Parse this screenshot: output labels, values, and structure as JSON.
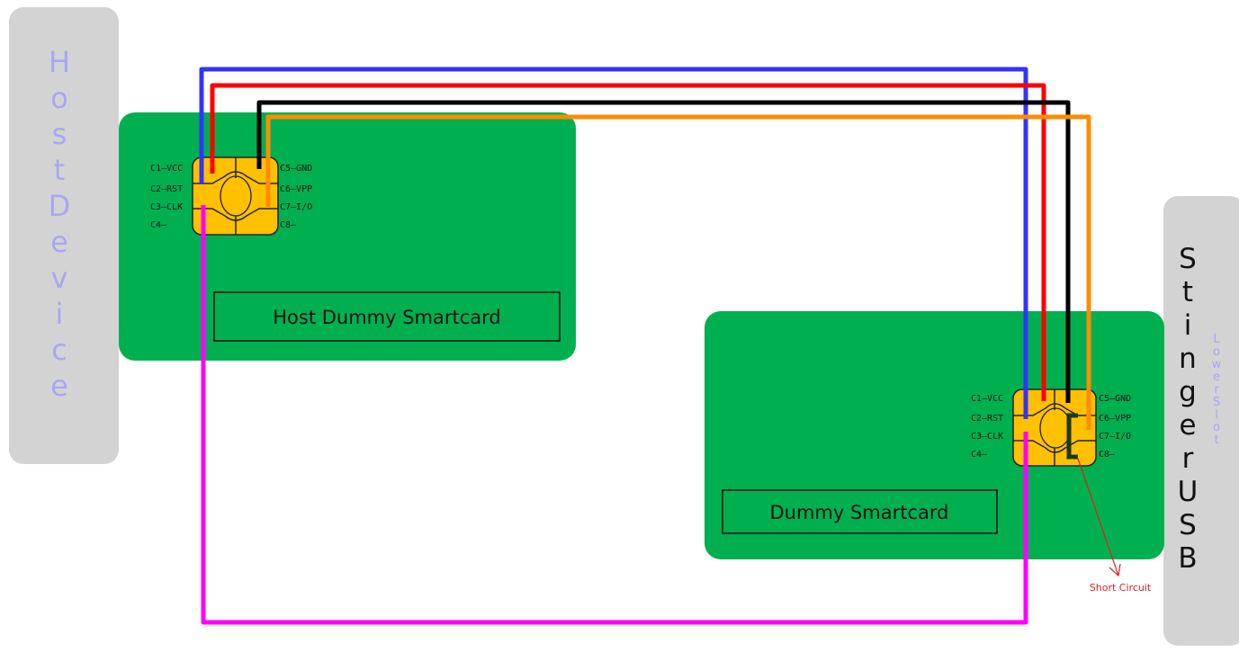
{
  "host_device": {
    "label": "Host Device"
  },
  "stinger": {
    "label": "Stinger USB",
    "sublabel": "Lower Slot"
  },
  "host_card": {
    "label": "Host Dummy Smartcard",
    "pins_left": [
      "C1–VCC",
      "C2–RST",
      "C3–CLK",
      "C4–"
    ],
    "pins_right": [
      "C5–GND",
      "C6–VPP",
      "C7–I/O",
      "C8–"
    ]
  },
  "dummy_card": {
    "label": "Dummy Smartcard",
    "pins_left": [
      "C1–VCC",
      "C2–RST",
      "C3–CLK",
      "C4–"
    ],
    "pins_right": [
      "C5–GND",
      "C6–VPP",
      "C7–I/O",
      "C8–"
    ]
  },
  "annotation": {
    "short_circuit": "Short Circuit"
  },
  "colors": {
    "card_green": "#00b050",
    "chip_gold": "#ffc000",
    "panel_gray": "#d3d3d3",
    "host_text": "#a8a8f0",
    "wire_vcc": "#3333ff",
    "wire_rst": "#ff0000",
    "wire_gnd": "#000000",
    "wire_io": "#ff8c00",
    "wire_clk": "#ff00ff",
    "short_circuit": "#e02020"
  }
}
